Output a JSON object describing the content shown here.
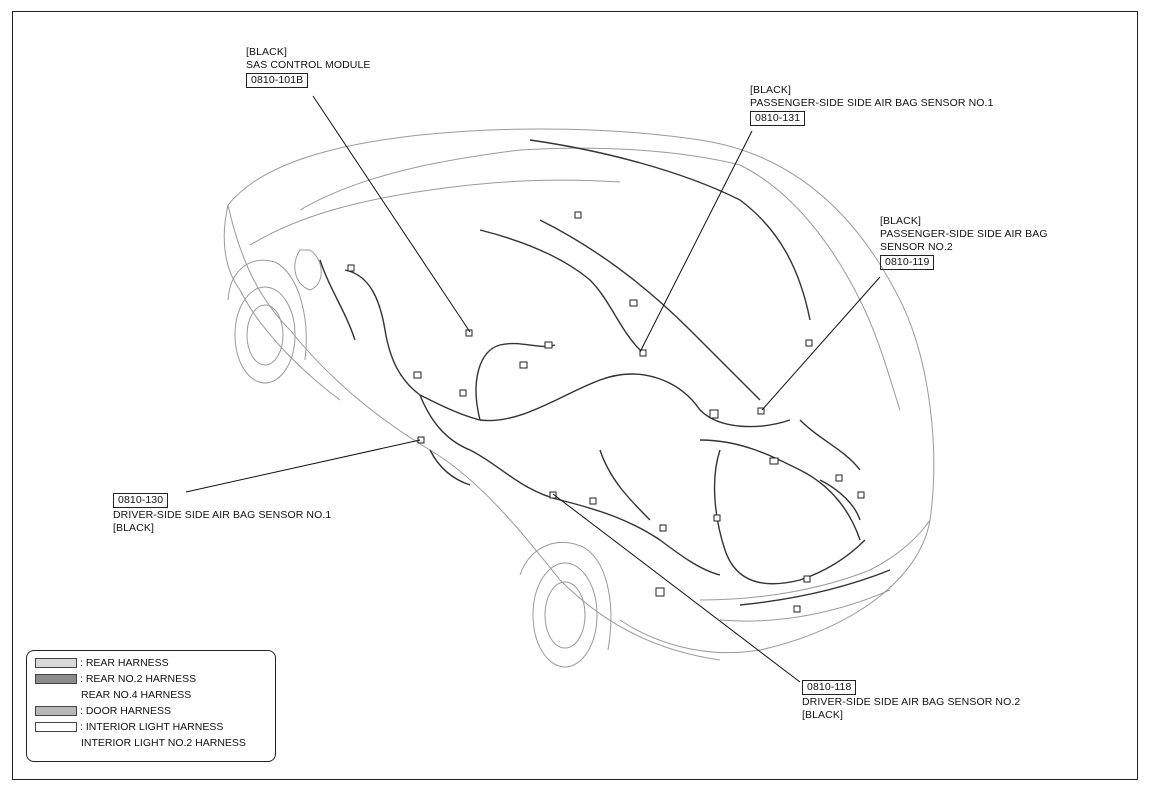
{
  "callouts": {
    "sas": {
      "color": "[BLACK]",
      "name": "SAS CONTROL MODULE",
      "code": "0810-101B"
    },
    "pass1": {
      "color": "[BLACK]",
      "name": "PASSENGER-SIDE SIDE AIR BAG SENSOR NO.1",
      "code": "0810-131"
    },
    "pass2": {
      "color": "[BLACK]",
      "name1": "PASSENGER-SIDE SIDE AIR BAG",
      "name2": "SENSOR NO.2",
      "code": "0810-119"
    },
    "drv1": {
      "code": "0810-130",
      "name": "DRIVER-SIDE SIDE AIR BAG SENSOR NO.1",
      "color": "[BLACK]"
    },
    "drv2": {
      "code": "0810-118",
      "name": "DRIVER-SIDE SIDE AIR BAG SENSOR NO.2",
      "color": "[BLACK]"
    }
  },
  "legend": [
    {
      "label": ": REAR HARNESS",
      "swatch_color": "#d9d9d9"
    },
    {
      "label": ": REAR NO.2 HARNESS",
      "sub": "REAR NO.4 HARNESS",
      "swatch_color": "#8c8c8c"
    },
    {
      "label": ": DOOR HARNESS",
      "swatch_color": "#b8b8b8"
    },
    {
      "label": ": INTERIOR LIGHT HARNESS",
      "sub": "INTERIOR LIGHT NO.2 HARNESS",
      "swatch_color": "#ffffff"
    }
  ]
}
